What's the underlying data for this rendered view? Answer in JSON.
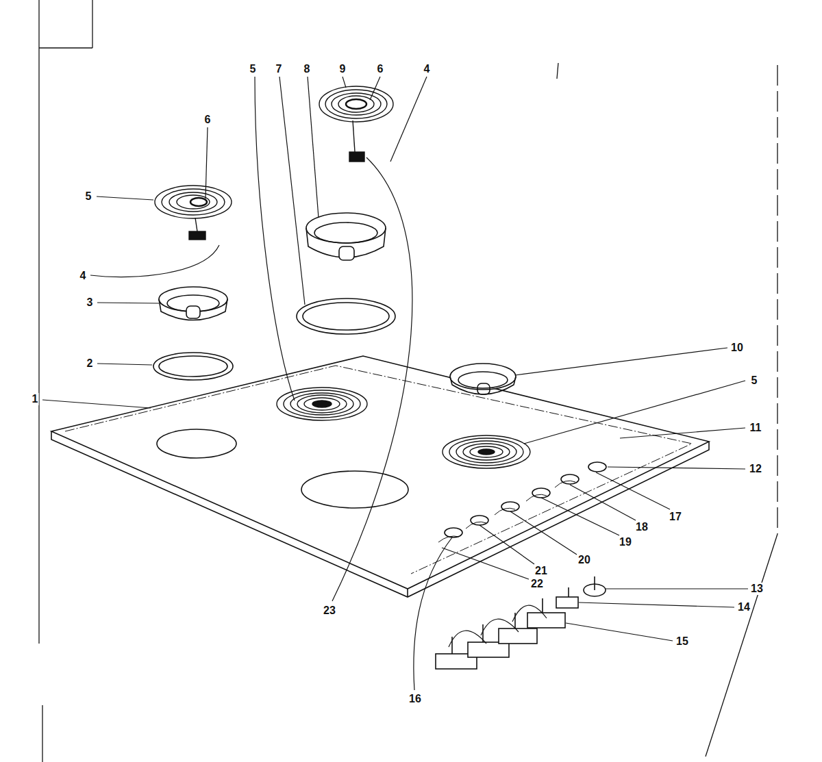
{
  "diagram": {
    "labels": [
      "5",
      "7",
      "8",
      "9",
      "6",
      "4",
      "6",
      "5",
      "4",
      "3",
      "2",
      "1",
      "10",
      "5",
      "11",
      "12",
      "17",
      "18",
      "19",
      "20",
      "21",
      "22",
      "23",
      "13",
      "14",
      "15",
      "16"
    ]
  }
}
